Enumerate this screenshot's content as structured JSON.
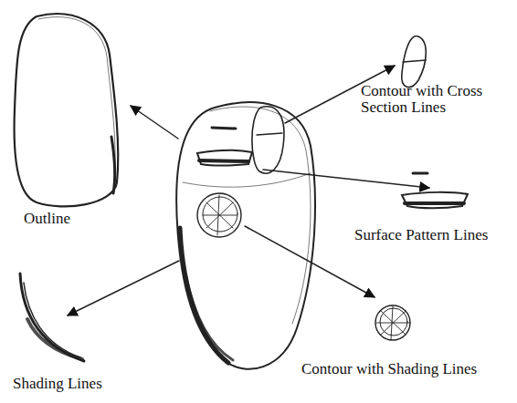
{
  "diagram": {
    "labels": [
      "Contour with Cross Section Lines",
      "Outline",
      "Surface Pattern Lines",
      "Shading Lines",
      "Contour with Shading Lines"
    ]
  }
}
